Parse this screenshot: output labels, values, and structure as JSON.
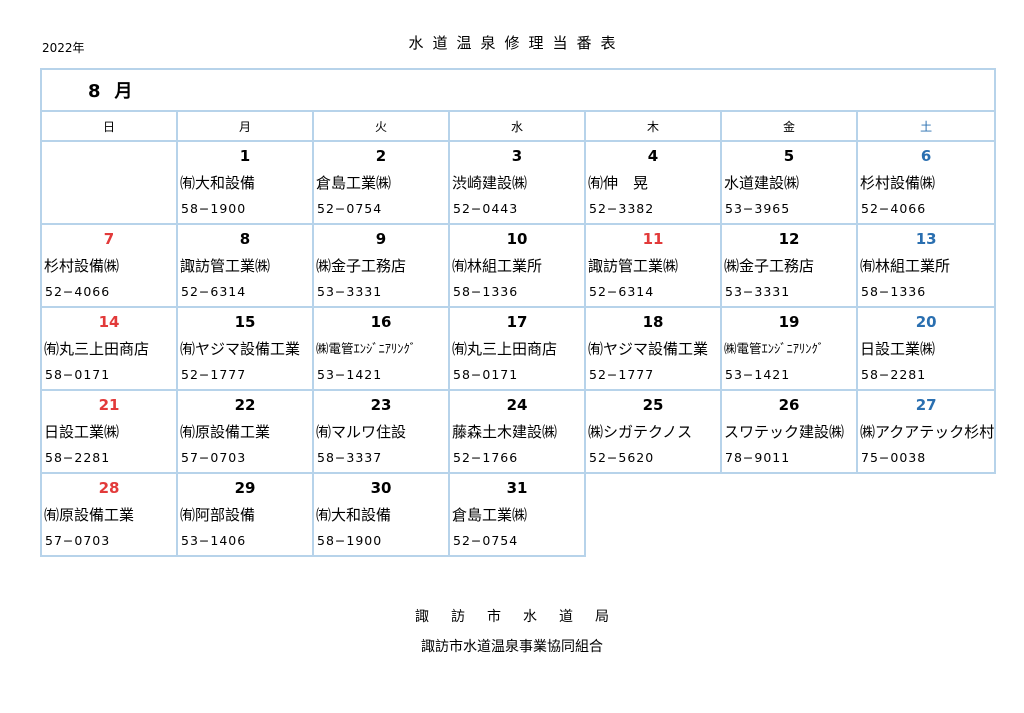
{
  "header": {
    "year": "2022年",
    "title": "水道温泉修理当番表"
  },
  "month": {
    "number": "8",
    "unit": "月"
  },
  "weekdays": [
    "日",
    "月",
    "火",
    "水",
    "木",
    "金",
    "土"
  ],
  "colors": {
    "saturday": "#2a6fb0",
    "holiday": "#e23a3a",
    "border": "#b7d3ea"
  },
  "weeks": [
    [
      null,
      {
        "day": "1",
        "name": "㈲大和設備",
        "phone": "58−1900"
      },
      {
        "day": "2",
        "name": "倉島工業㈱",
        "phone": "52−0754"
      },
      {
        "day": "3",
        "name": "渋崎建設㈱",
        "phone": "52−0443"
      },
      {
        "day": "4",
        "name": "㈲伸　晃",
        "phone": "52−3382"
      },
      {
        "day": "5",
        "name": "水道建設㈱",
        "phone": "53−3965"
      },
      {
        "day": "6",
        "name": "杉村設備㈱",
        "phone": "52−4066"
      }
    ],
    [
      {
        "day": "7",
        "name": "杉村設備㈱",
        "phone": "52−4066"
      },
      {
        "day": "8",
        "name": "諏訪管工業㈱",
        "phone": "52−6314"
      },
      {
        "day": "9",
        "name": "㈱金子工務店",
        "phone": "53−3331"
      },
      {
        "day": "10",
        "name": "㈲林組工業所",
        "phone": "58−1336"
      },
      {
        "day": "11",
        "name": "諏訪管工業㈱",
        "phone": "52−6314"
      },
      {
        "day": "12",
        "name": "㈱金子工務店",
        "phone": "53−3331"
      },
      {
        "day": "13",
        "name": "㈲林組工業所",
        "phone": "58−1336"
      }
    ],
    [
      {
        "day": "14",
        "name": "㈲丸三上田商店",
        "phone": "58−0171"
      },
      {
        "day": "15",
        "name": "㈲ヤジマ設備工業",
        "phone": "52−1777"
      },
      {
        "day": "16",
        "name": "㈱電管ｴﾝｼﾞﾆｱﾘﾝｸﾞ",
        "phone": "53−1421"
      },
      {
        "day": "17",
        "name": "㈲丸三上田商店",
        "phone": "58−0171"
      },
      {
        "day": "18",
        "name": "㈲ヤジマ設備工業",
        "phone": "52−1777"
      },
      {
        "day": "19",
        "name": "㈱電管ｴﾝｼﾞﾆｱﾘﾝｸﾞ",
        "phone": "53−1421"
      },
      {
        "day": "20",
        "name": "日設工業㈱",
        "phone": "58−2281"
      }
    ],
    [
      {
        "day": "21",
        "name": "日設工業㈱",
        "phone": "58−2281"
      },
      {
        "day": "22",
        "name": "㈲原設備工業",
        "phone": "57−0703"
      },
      {
        "day": "23",
        "name": "㈲マルワ住設",
        "phone": "58−3337"
      },
      {
        "day": "24",
        "name": "藤森土木建設㈱",
        "phone": "52−1766"
      },
      {
        "day": "25",
        "name": "㈱シガテクノス",
        "phone": "52−5620"
      },
      {
        "day": "26",
        "name": "スワテック建設㈱",
        "phone": "78−9011"
      },
      {
        "day": "27",
        "name": "㈱アクアテック杉村",
        "phone": "75−0038"
      }
    ],
    [
      {
        "day": "28",
        "name": "㈲原設備工業",
        "phone": "57−0703"
      },
      {
        "day": "29",
        "name": "㈲阿部設備",
        "phone": "53−1406"
      },
      {
        "day": "30",
        "name": "㈲大和設備",
        "phone": "58−1900"
      },
      {
        "day": "31",
        "name": "倉島工業㈱",
        "phone": "52−0754"
      },
      null,
      null,
      null
    ]
  ],
  "red_days": [
    "7",
    "11",
    "14",
    "21",
    "28"
  ],
  "footer": {
    "org1": "諏訪市水道局",
    "org2": "諏訪市水道温泉事業協同組合"
  }
}
